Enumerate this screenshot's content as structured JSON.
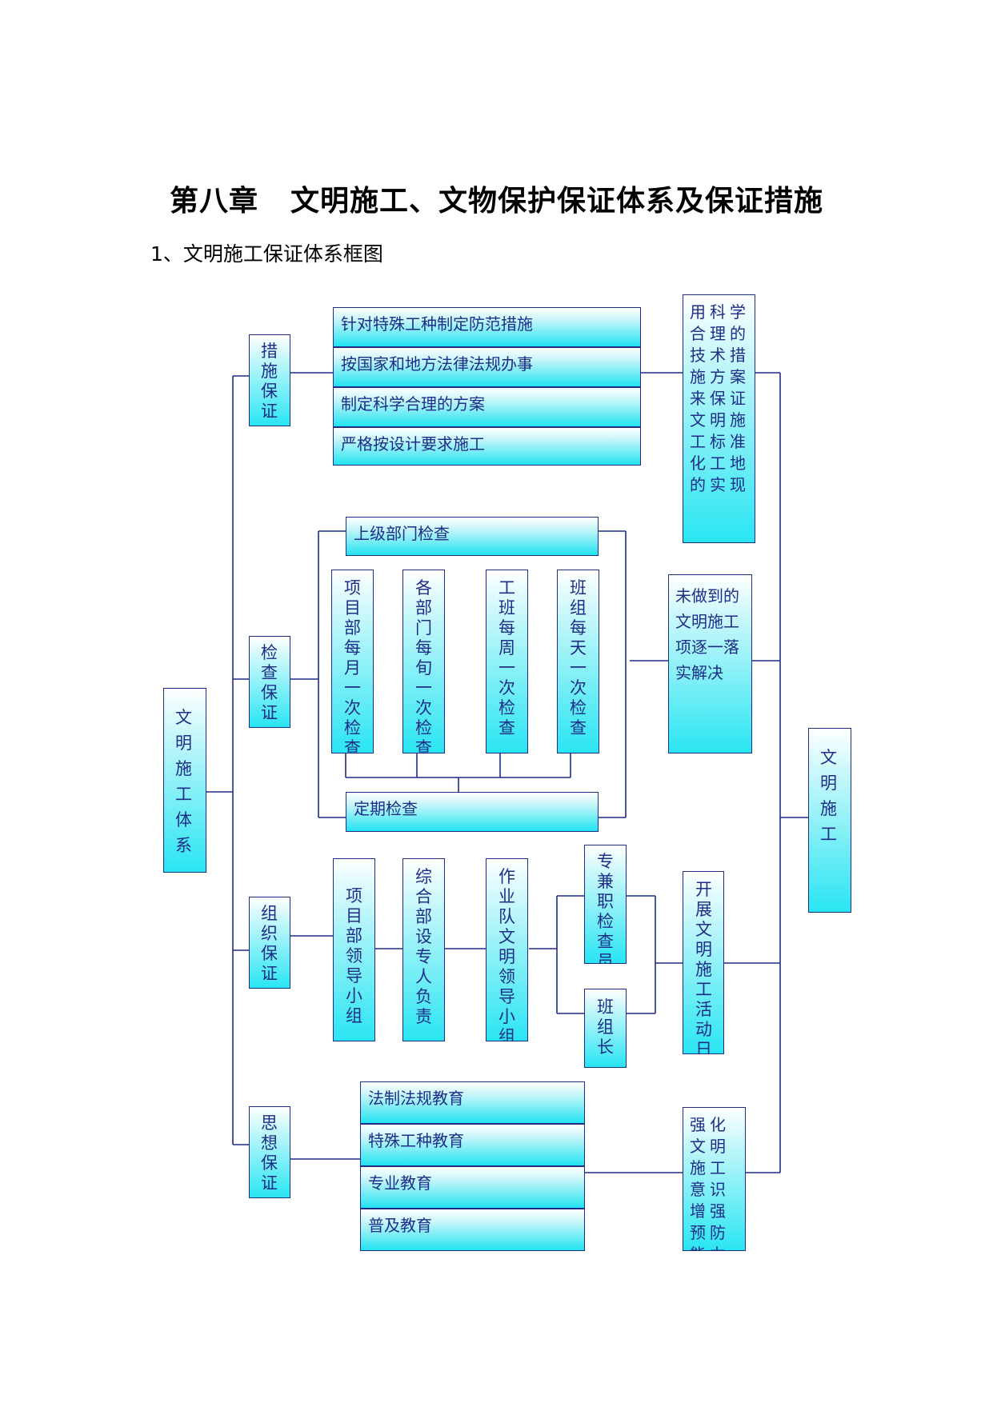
{
  "document": {
    "chapter_title": "第八章",
    "title_text": "文明施工、文物保护保证体系及保证措施",
    "section_heading": "1、文明施工保证体系框图"
  },
  "diagram": {
    "root": "文明施工体系",
    "result": "文明施工",
    "branches": {
      "measures": {
        "label": "措施保证",
        "items": [
          "针对特殊工种制定防范措施",
          "按国家和地方法律法规办事",
          "制定科学合理的方案",
          "严格按设计要求施工"
        ],
        "outcome": "用科学合理的技术措施方案来保证文明施工标准化工地的实现"
      },
      "inspection": {
        "label": "检查保证",
        "top": "上级部门检查",
        "checks": [
          "项目部每月一次检查",
          "各部门每旬一次检查",
          "工班每周一次检查",
          "班组每天一次检查"
        ],
        "bottom": "定期检查",
        "outcome": "未做到的文明施工项逐一落实解决"
      },
      "organization": {
        "label": "组织保证",
        "chain": [
          "项目部领导小组",
          "综合部设专人负责",
          "作业队文明领导小组"
        ],
        "sub": [
          "专兼职检查员",
          "班组长"
        ],
        "outcome": "开展文明施工活动日"
      },
      "ideology": {
        "label": "思想保证",
        "items": [
          "法制法规教育",
          "特殊工种教育",
          "专业教育",
          "普及教育"
        ],
        "outcome": "强化文明施工意识增强预防能力"
      }
    }
  }
}
